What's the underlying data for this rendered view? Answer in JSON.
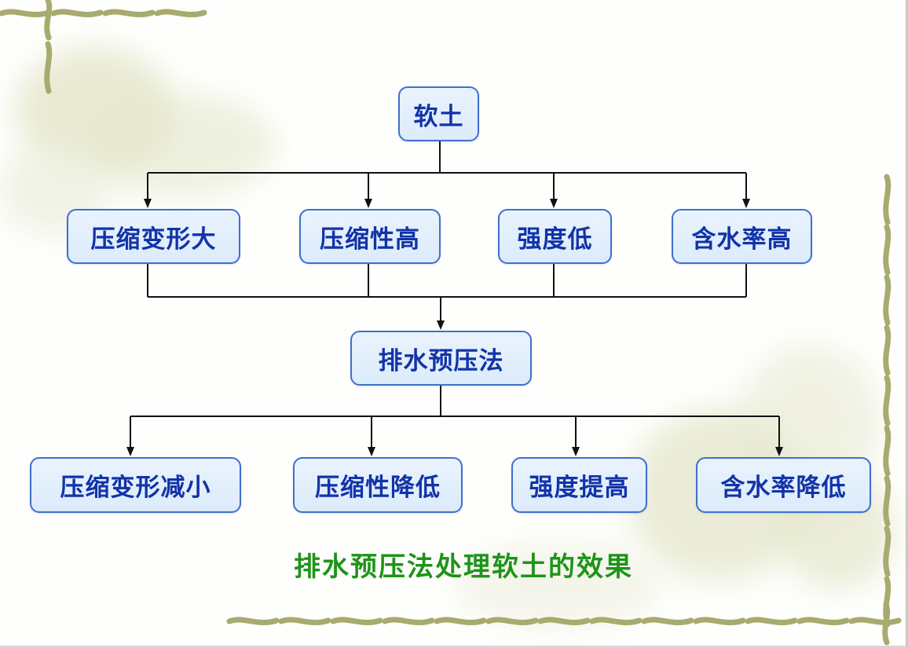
{
  "colors": {
    "node_border": "#3f6fcf",
    "node_fill": "#e3effc",
    "node_text": "#1233a8",
    "connector": "#111111",
    "caption_text": "#1e9418",
    "vine": "#a7ab6e",
    "blossom": "#dde0c0"
  },
  "diagram": {
    "root": {
      "label": "软土"
    },
    "properties": [
      {
        "label": "压缩变形大"
      },
      {
        "label": "压缩性高"
      },
      {
        "label": "强度低"
      },
      {
        "label": "含水率高"
      }
    ],
    "method": {
      "label": "排水预压法"
    },
    "effects": [
      {
        "label": "压缩变形减小"
      },
      {
        "label": "压缩性降低"
      },
      {
        "label": "强度提高"
      },
      {
        "label": "含水率降低"
      }
    ],
    "edges": [
      {
        "from": "软土",
        "to": "压缩变形大"
      },
      {
        "from": "软土",
        "to": "压缩性高"
      },
      {
        "from": "软土",
        "to": "强度低"
      },
      {
        "from": "软土",
        "to": "含水率高"
      },
      {
        "from": "压缩变形大",
        "to": "排水预压法"
      },
      {
        "from": "压缩性高",
        "to": "排水预压法"
      },
      {
        "from": "强度低",
        "to": "排水预压法"
      },
      {
        "from": "含水率高",
        "to": "排水预压法"
      },
      {
        "from": "排水预压法",
        "to": "压缩变形减小"
      },
      {
        "from": "排水预压法",
        "to": "压缩性降低"
      },
      {
        "from": "排水预压法",
        "to": "强度提高"
      },
      {
        "from": "排水预压法",
        "to": "含水率降低"
      }
    ],
    "caption": "排水预压法处理软土的效果"
  }
}
